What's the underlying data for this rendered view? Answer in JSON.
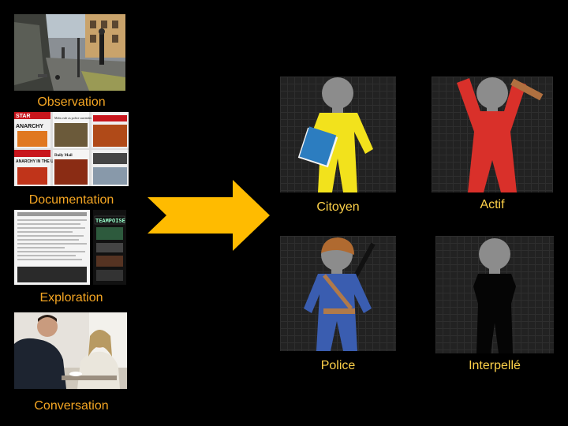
{
  "sources": [
    {
      "id": "observation",
      "label": "Observation"
    },
    {
      "id": "documentation",
      "label": "Documentation"
    },
    {
      "id": "exploration",
      "label": "Exploration"
    },
    {
      "id": "conversation",
      "label": "Conversation"
    }
  ],
  "newspapers": {
    "headline_1": "ANARCHY",
    "headline_2": "ANARCHY IN THE UK",
    "headline_3": "Mobs rule as police surrender streets",
    "masthead_1": "STAR",
    "masthead_2": "Daily Mail"
  },
  "website": {
    "banner": "TEAMPOISE"
  },
  "roles": [
    {
      "id": "citoyen",
      "label": "Citoyen",
      "color": "#f2e21c"
    },
    {
      "id": "actif",
      "label": "Actif",
      "color": "#d9302a"
    },
    {
      "id": "police",
      "label": "Police",
      "color": "#3a5db0"
    },
    {
      "id": "interpelle",
      "label": "Interpellé",
      "color": "#050505"
    }
  ],
  "colors": {
    "background": "#000000",
    "source_label": "#f5a623",
    "role_label": "#ffd24a",
    "arrow": "#ffbb00",
    "head": "#8c8c8c"
  },
  "icons": [
    "arrow-right-icon"
  ]
}
